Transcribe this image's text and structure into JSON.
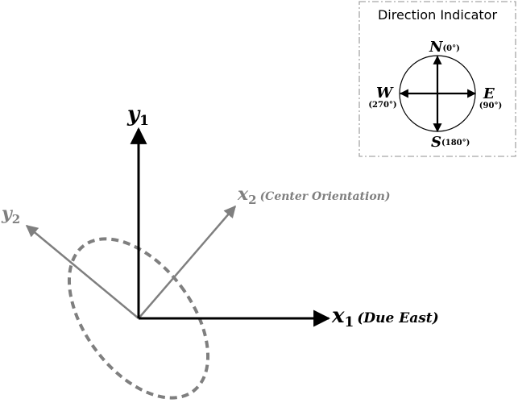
{
  "colors": {
    "primary_axes": "#000000",
    "rotated_axes": "#7f7f7f",
    "ellipse": "#7f7f7f",
    "legend_border": "#a6a6a6"
  },
  "axes_1": {
    "x_symbol": "x",
    "x_subscript": "1",
    "x_note": "(Due East)",
    "y_symbol": "y",
    "y_subscript": "1"
  },
  "axes_2": {
    "x_symbol": "x",
    "x_subscript": "2",
    "x_note": "(Center Orientation)",
    "y_symbol": "y",
    "y_subscript": "2"
  },
  "direction_indicator": {
    "title": "Direction Indicator",
    "north": {
      "letter": "N",
      "degrees": "(0°)"
    },
    "east": {
      "letter": "E",
      "degrees": "(90°)"
    },
    "south": {
      "letter": "S",
      "degrees": "(180°)"
    },
    "west": {
      "letter": "W",
      "degrees": "(270°)"
    }
  }
}
